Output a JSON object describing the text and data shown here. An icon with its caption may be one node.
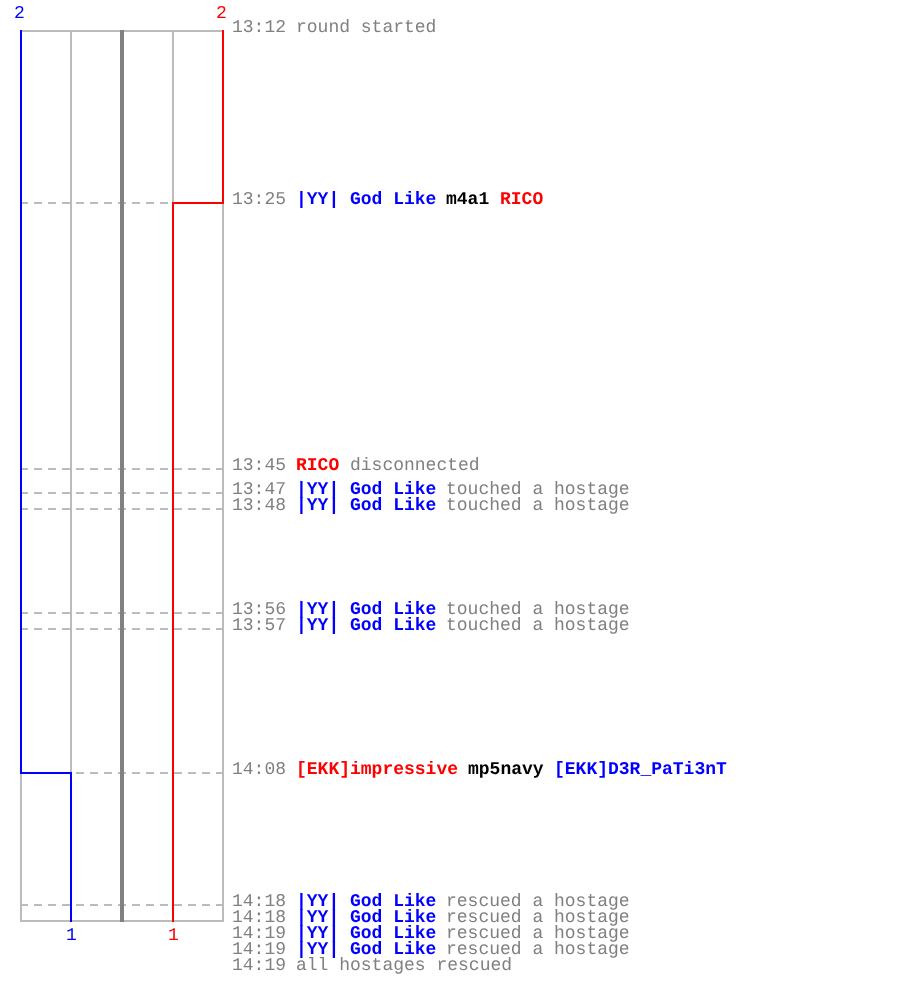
{
  "diagram": {
    "labels": [
      "2",
      "2",
      "13:12",
      "round started",
      "13:25",
      "|YY| God Like",
      "m4a1",
      "RICO",
      "13:45",
      "RICO",
      "disconnected",
      "13:47",
      "|YY| God Like",
      "touched a hostage",
      "13:48",
      "|YY| God Like",
      "touched a hostage",
      "13:56",
      "|YY| God Like",
      "touched a hostage",
      "13:57",
      "|YY| God Like",
      "touched a hostage",
      "14:08",
      "[EKK]impressive",
      "mp5navy",
      "[EKK]D3R_PaTi3nT",
      "14:18",
      "|YY| God Like",
      "rescued a hostage",
      "14:18",
      "|YY| God Like",
      "rescued a hostage",
      "14:19",
      "|YY| God Like",
      "rescued a hostage",
      "14:19",
      "|YY| God Like",
      "rescued a hostage",
      "14:19",
      "all hostages rescued",
      "1",
      "1"
    ]
  }
}
